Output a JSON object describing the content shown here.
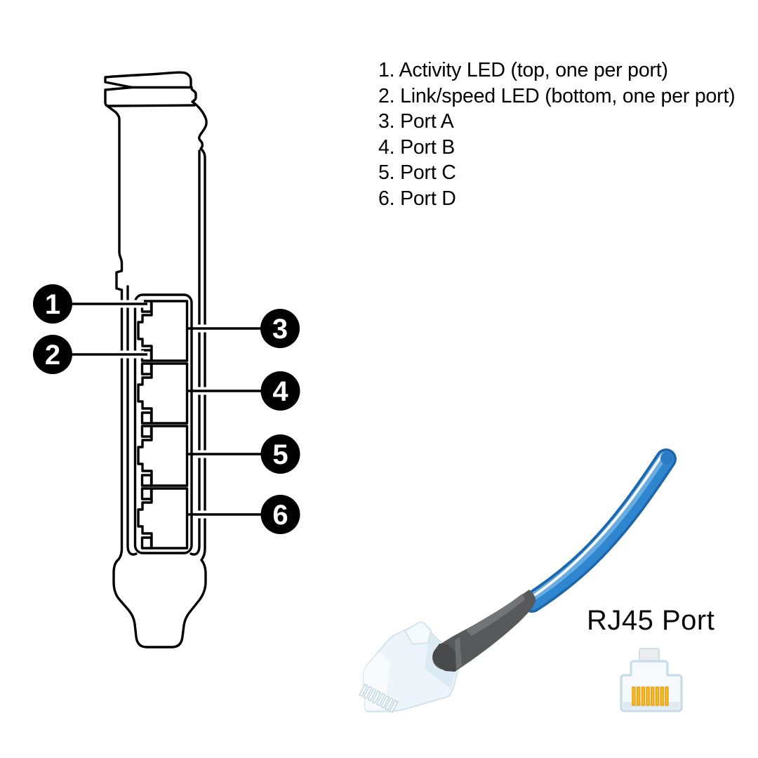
{
  "figure": {
    "legend": {
      "items": [
        "1. Activity LED (top, one per port)",
        "2. Link/speed LED (bottom, one per port)",
        "3. Port A",
        "4. Port B",
        "5. Port C",
        "6. Port D"
      ]
    },
    "callouts": {
      "n1": "1",
      "n2": "2",
      "n3": "3",
      "n4": "4",
      "n5": "5",
      "n6": "6"
    },
    "cable": {
      "label": "RJ45 Port"
    },
    "colors": {
      "line_black": "#000000",
      "callout_bg": "#000000",
      "callout_text": "#ffffff",
      "cable_blue_dark": "#1a67ae",
      "cable_blue": "#2f86cf",
      "cable_blue_light": "#69acdf",
      "boot_gray": "#58595b",
      "connector_white": "#eef5fa",
      "pin_gold": "#f5b81c",
      "icon_body": "#f7fafc",
      "icon_border": "#c7dbe8"
    }
  }
}
